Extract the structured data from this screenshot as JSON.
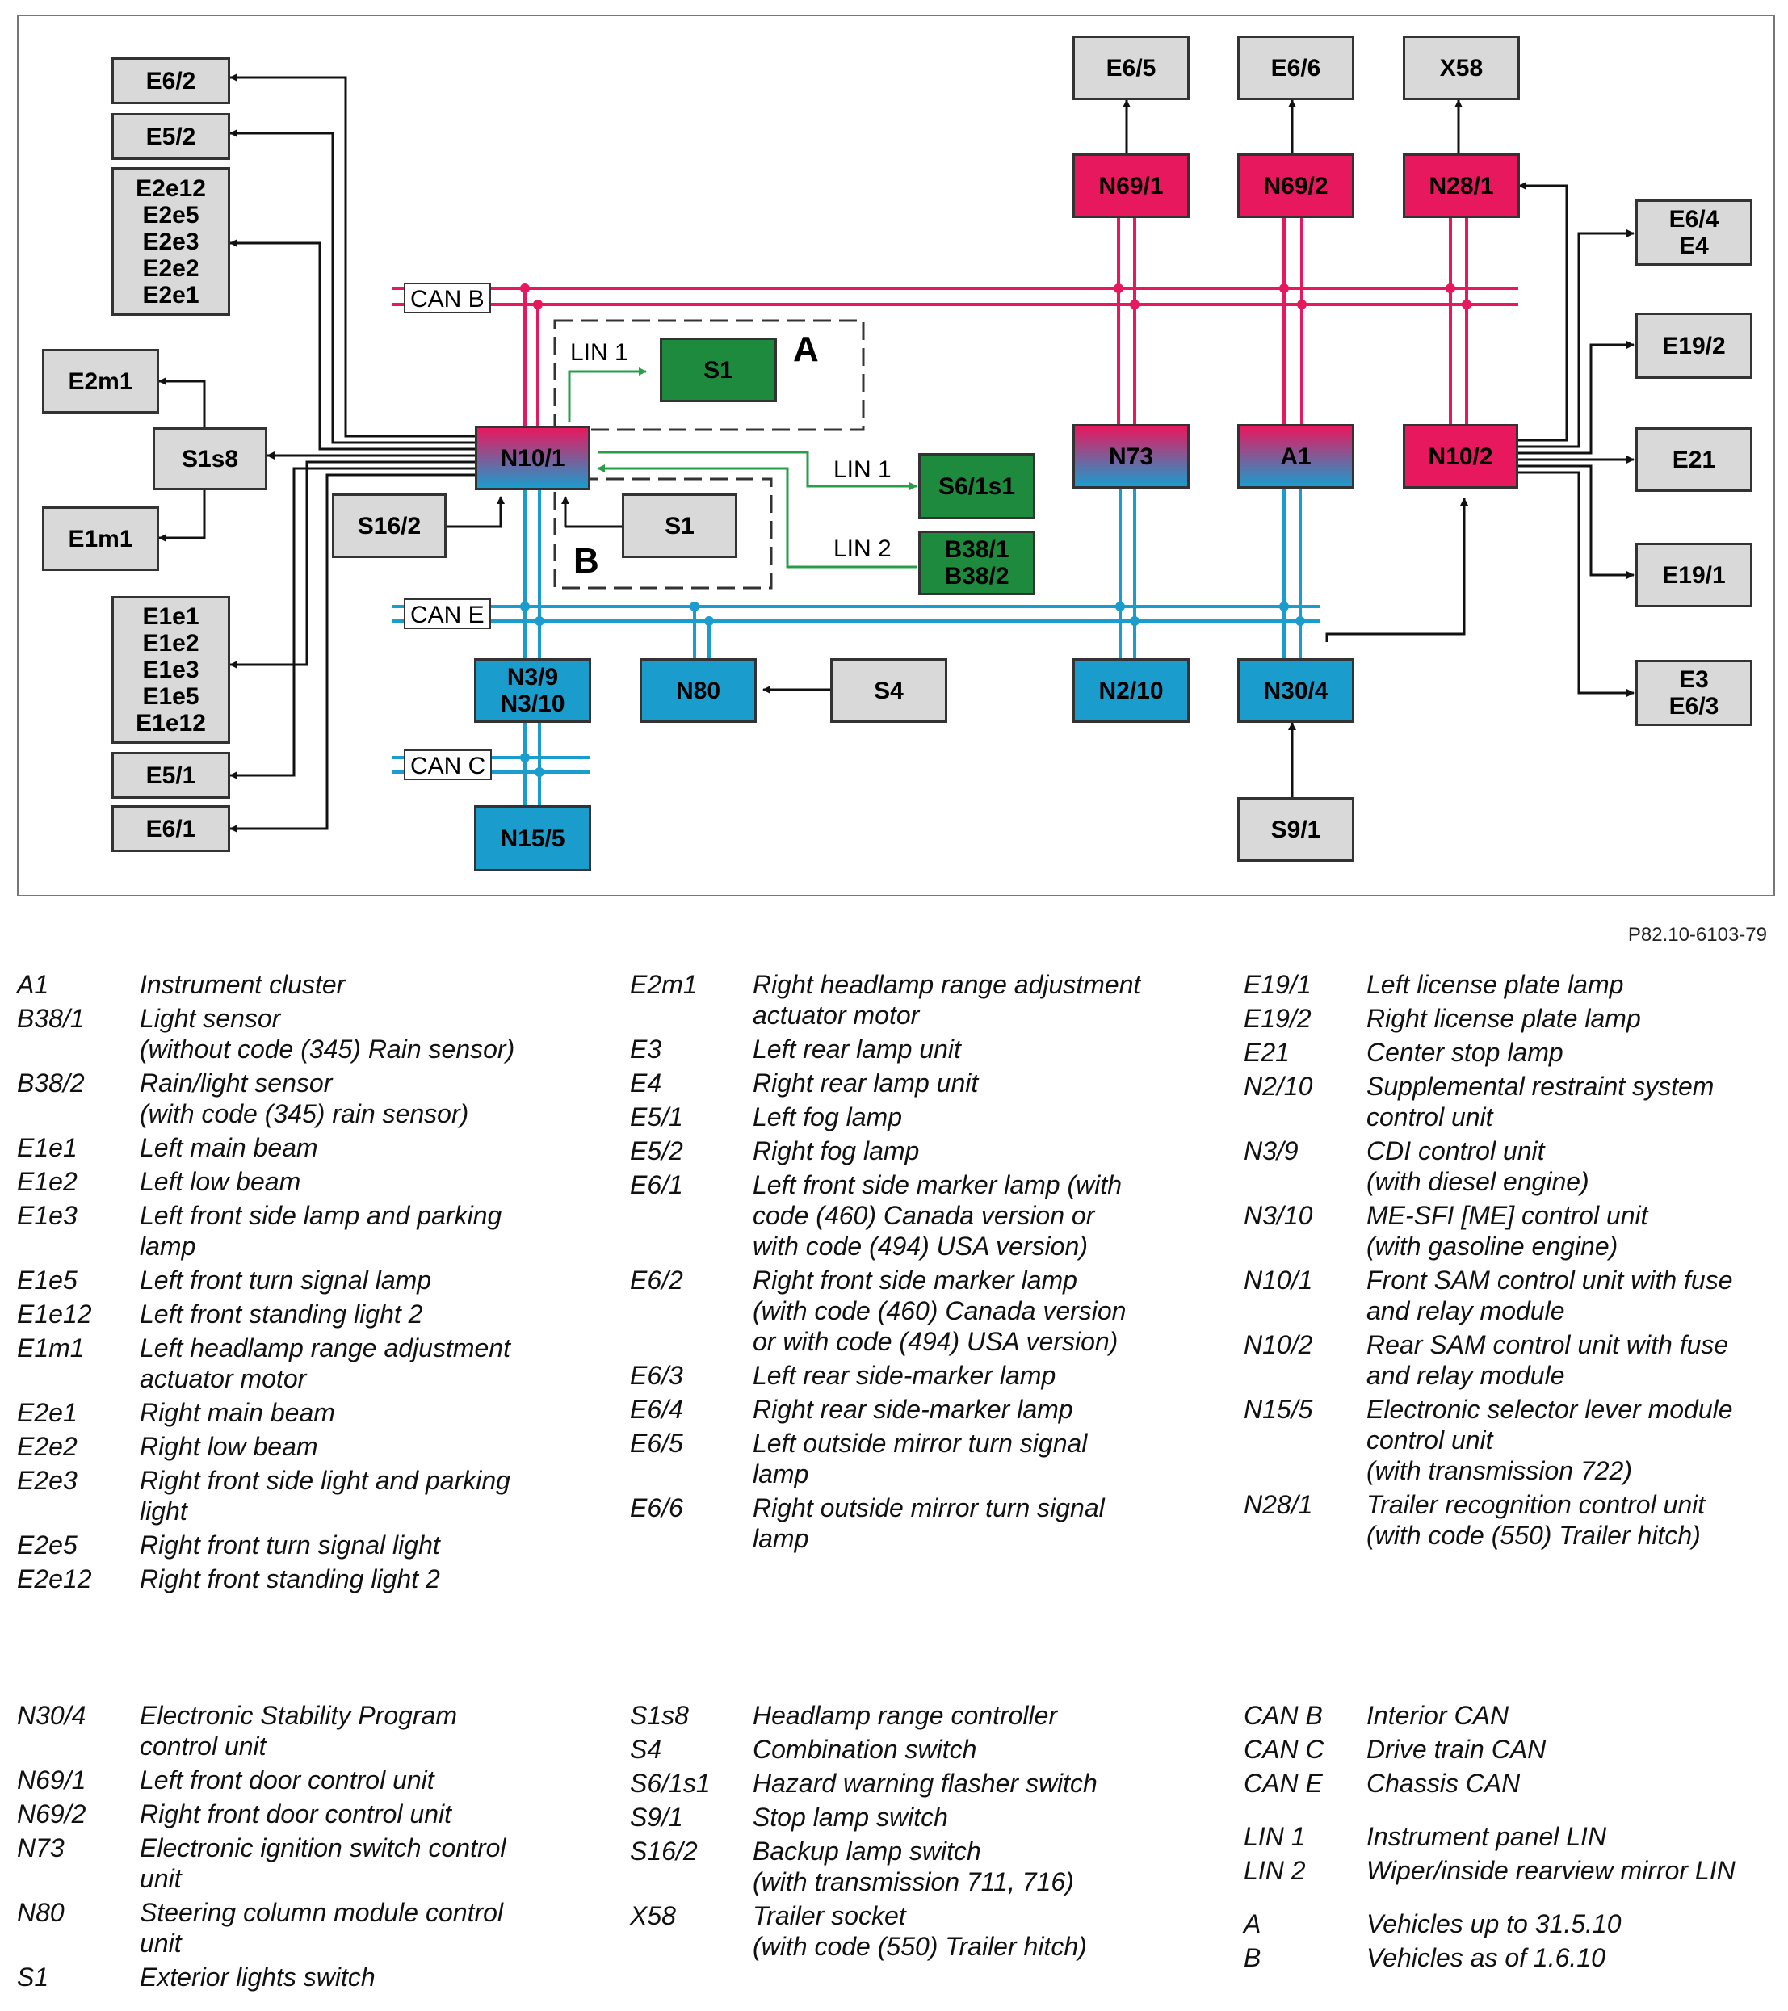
{
  "diagram": {
    "reference": "P82.10-6103-79",
    "buses": {
      "can_b": "CAN B",
      "can_e": "CAN E",
      "can_c": "CAN C",
      "lin1_a": "LIN 1",
      "lin1_b": "LIN 1",
      "lin2": "LIN 2"
    },
    "groups": {
      "a": "A",
      "b": "B"
    },
    "boxes": {
      "e6_2": "E6/2",
      "e5_2": "E5/2",
      "e2_group": "E2e12\nE2e5\nE2e3\nE2e2\nE2e1",
      "e2m1": "E2m1",
      "s1s8": "S1s8",
      "e1m1": "E1m1",
      "e1_group": "E1e1\nE1e2\nE1e3\nE1e5\nE1e12",
      "e5_1": "E5/1",
      "e6_1": "E6/1",
      "n10_1": "N10/1",
      "s16_2": "S16/2",
      "s1_a": "S1",
      "s1_b": "S1",
      "s6_1s1": "S6/1s1",
      "b38": "B38/1\nB38/2",
      "n3": "N3/9\nN3/10",
      "n80": "N80",
      "s4": "S4",
      "n15_5": "N15/5",
      "e6_5": "E6/5",
      "e6_6": "E6/6",
      "x58": "X58",
      "n69_1": "N69/1",
      "n69_2": "N69/2",
      "n28_1": "N28/1",
      "n73": "N73",
      "a1": "A1",
      "n10_2": "N10/2",
      "n2_10": "N2/10",
      "n30_4": "N30/4",
      "s9_1": "S9/1",
      "e6_4_e4": "E6/4\nE4",
      "e19_2": "E19/2",
      "e21": "E21",
      "e19_1": "E19/1",
      "e3_e6_3": "E3\nE6/3"
    },
    "colors": {
      "can_b": "#e8185e",
      "can_e": "#1a9ccd",
      "lin": "#2a9d4a",
      "gray_box": "#d9d9d9"
    }
  },
  "legend": {
    "col1": [
      {
        "code": "A1",
        "desc": "Instrument cluster"
      },
      {
        "code": "B38/1",
        "desc": "Light sensor\n(without code (345) Rain sensor)"
      },
      {
        "code": "B38/2",
        "desc": "Rain/light sensor\n(with code (345) rain sensor)"
      },
      {
        "code": "E1e1",
        "desc": "Left main beam"
      },
      {
        "code": "E1e2",
        "desc": "Left low beam"
      },
      {
        "code": "E1e3",
        "desc": "Left front side lamp and parking\nlamp"
      },
      {
        "code": "E1e5",
        "desc": "Left front turn signal lamp"
      },
      {
        "code": "E1e12",
        "desc": "Left front standing light 2"
      },
      {
        "code": "E1m1",
        "desc": "Left headlamp range adjustment\nactuator motor"
      },
      {
        "code": "E2e1",
        "desc": "Right main beam"
      },
      {
        "code": "E2e2",
        "desc": "Right low beam"
      },
      {
        "code": "E2e3",
        "desc": "Right front side light and parking\nlight"
      },
      {
        "code": "E2e5",
        "desc": "Right front turn signal light"
      },
      {
        "code": "E2e12",
        "desc": "Right front standing light 2"
      }
    ],
    "col2": [
      {
        "code": "E2m1",
        "desc": "Right headlamp range adjustment\nactuator motor"
      },
      {
        "code": "E3",
        "desc": "Left rear lamp unit"
      },
      {
        "code": "E4",
        "desc": "Right rear lamp unit"
      },
      {
        "code": "E5/1",
        "desc": "Left fog lamp"
      },
      {
        "code": "E5/2",
        "desc": "Right fog lamp"
      },
      {
        "code": "E6/1",
        "desc": "Left front side marker lamp (with\ncode (460) Canada version or\nwith code (494) USA version)"
      },
      {
        "code": "E6/2",
        "desc": "Right front side marker lamp\n(with code (460) Canada version\nor with code (494) USA version)"
      },
      {
        "code": "E6/3",
        "desc": "Left rear side-marker lamp"
      },
      {
        "code": "E6/4",
        "desc": "Right rear side-marker lamp"
      },
      {
        "code": "E6/5",
        "desc": "Left outside mirror turn signal\nlamp"
      },
      {
        "code": "E6/6",
        "desc": "Right outside mirror turn signal\nlamp"
      }
    ],
    "col3": [
      {
        "code": "E19/1",
        "desc": "Left license plate lamp"
      },
      {
        "code": "E19/2",
        "desc": "Right license plate lamp"
      },
      {
        "code": "E21",
        "desc": "Center stop lamp"
      },
      {
        "code": "N2/10",
        "desc": "Supplemental restraint system\ncontrol unit"
      },
      {
        "code": "N3/9",
        "desc": "CDI control unit\n(with diesel engine)"
      },
      {
        "code": "N3/10",
        "desc": "ME-SFI [ME] control unit\n(with gasoline engine)"
      },
      {
        "code": "N10/1",
        "desc": "Front SAM control unit with fuse\nand relay module"
      },
      {
        "code": "N10/2",
        "desc": "Rear SAM control unit with fuse\nand relay module"
      },
      {
        "code": "N15/5",
        "desc": "Electronic selector lever module\ncontrol unit\n(with transmission 722)"
      },
      {
        "code": "N28/1",
        "desc": "Trailer recognition control unit\n(with code (550) Trailer hitch)"
      }
    ],
    "col4": [
      {
        "code": "N30/4",
        "desc": "Electronic Stability Program\ncontrol unit"
      },
      {
        "code": "N69/1",
        "desc": "Left front door control unit"
      },
      {
        "code": "N69/2",
        "desc": "Right front door control unit"
      },
      {
        "code": "N73",
        "desc": "Electronic ignition switch control\nunit"
      },
      {
        "code": "N80",
        "desc": "Steering column module control\nunit"
      },
      {
        "code": "S1",
        "desc": "Exterior lights switch"
      }
    ],
    "col5": [
      {
        "code": "S1s8",
        "desc": "Headlamp range controller"
      },
      {
        "code": "S4",
        "desc": "Combination switch"
      },
      {
        "code": "S6/1s1",
        "desc": "Hazard warning flasher switch"
      },
      {
        "code": "S9/1",
        "desc": "Stop lamp switch"
      },
      {
        "code": "S16/2",
        "desc": "Backup lamp switch\n(with transmission 711, 716)"
      },
      {
        "code": "X58",
        "desc": "Trailer socket\n(with code (550) Trailer hitch)"
      }
    ],
    "col6": [
      {
        "code": "CAN B",
        "desc": "Interior CAN"
      },
      {
        "code": "CAN C",
        "desc": "Drive train CAN"
      },
      {
        "code": "CAN E",
        "desc": "Chassis CAN"
      },
      {
        "code": "LIN 1",
        "desc": "Instrument panel LIN"
      },
      {
        "code": "LIN 2",
        "desc": "Wiper/inside rearview mirror LIN"
      },
      {
        "code": "A",
        "desc": "Vehicles up to 31.5.10"
      },
      {
        "code": "B",
        "desc": "Vehicles as of 1.6.10"
      }
    ]
  }
}
